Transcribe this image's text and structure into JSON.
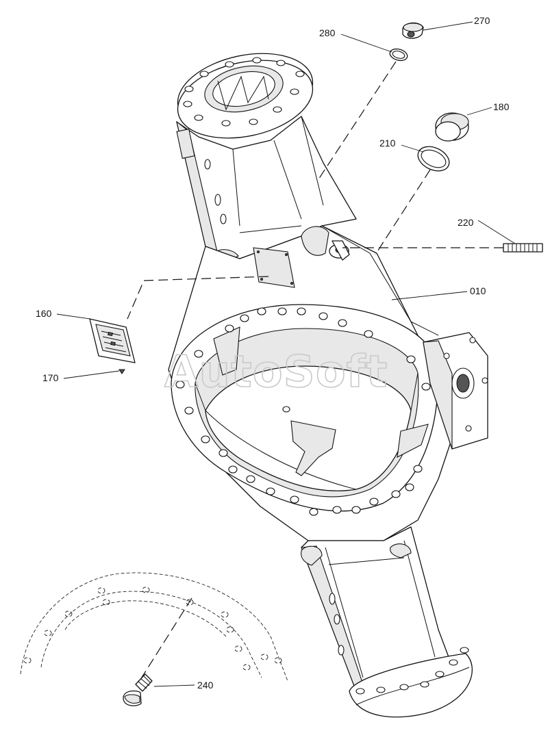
{
  "diagram": {
    "watermark": "AutoSoft",
    "callouts": [
      {
        "id": "270",
        "label": "270"
      },
      {
        "id": "280",
        "label": "280"
      },
      {
        "id": "180",
        "label": "180"
      },
      {
        "id": "210",
        "label": "210"
      },
      {
        "id": "220",
        "label": "220"
      },
      {
        "id": "010",
        "label": "010"
      },
      {
        "id": "160",
        "label": "160"
      },
      {
        "id": "170",
        "label": "170"
      },
      {
        "id": "240",
        "label": "240"
      }
    ]
  }
}
